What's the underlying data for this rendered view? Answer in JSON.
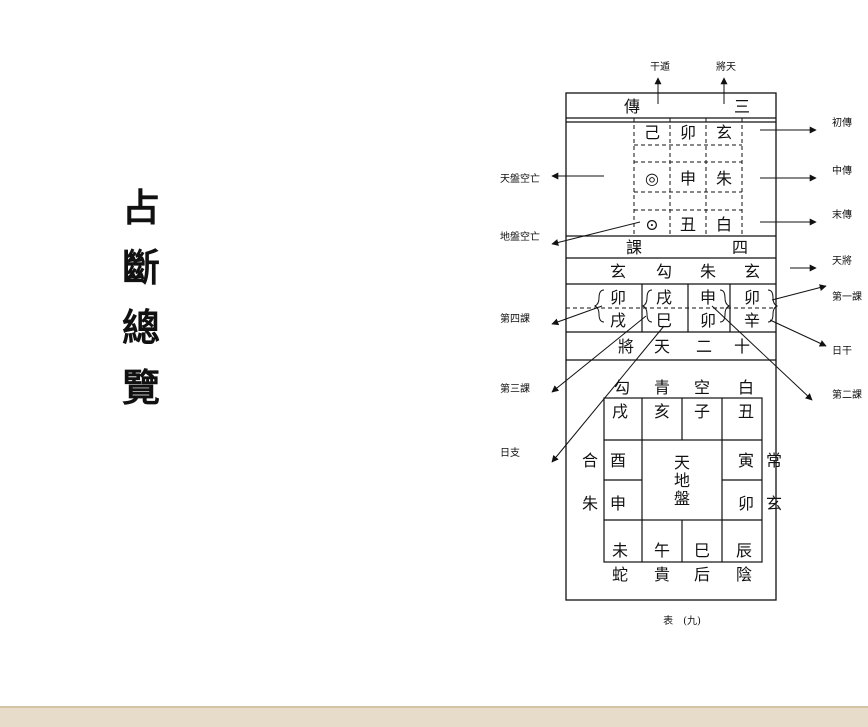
{
  "page_title_chars": [
    "占",
    "斷",
    "總",
    "覽"
  ],
  "diagram": {
    "top_labels": {
      "left": "干遁",
      "right": "將天"
    },
    "header_sanchuan": {
      "left": "傳",
      "right": "三"
    },
    "sanchuan_rows": [
      {
        "c1": "己",
        "c2": "卯",
        "c3": "玄",
        "side": "初傳"
      },
      {
        "c1": "◎",
        "c2": "申",
        "c3": "朱",
        "side": "中傳"
      },
      {
        "c1": "⊙",
        "c2": "丑",
        "c3": "白",
        "side": "末傳"
      }
    ],
    "left_notes": {
      "tianpan_kongwang": "天盤空亡",
      "dipan_kongwang": "地盤空亡",
      "ke4": "第四課",
      "ke3": "第三課",
      "rizhi": "日支"
    },
    "header_sike": {
      "left": "課",
      "right": "四"
    },
    "tianjiang_row": [
      "玄",
      "勾",
      "朱",
      "玄"
    ],
    "tianjiang_side": "天將",
    "ke_upper": [
      "卯",
      "戌",
      "申",
      "卯"
    ],
    "ke_lower": [
      "戌",
      "巳",
      "卯",
      "辛"
    ],
    "right_notes": {
      "ke1": "第一課",
      "rigan": "日干",
      "ke2": "第二課"
    },
    "header_shier": [
      "將",
      "天",
      "二",
      "十"
    ],
    "board": {
      "top_jiang": [
        "勾",
        "青",
        "空",
        "白"
      ],
      "top_branch": [
        "戌",
        "亥",
        "子",
        "丑"
      ],
      "left_jiang": [
        "合",
        "朱"
      ],
      "left_branch": [
        "酉",
        "申"
      ],
      "right_branch": [
        "寅",
        "卯"
      ],
      "right_jiang": [
        "常",
        "玄"
      ],
      "bottom_branch": [
        "未",
        "午",
        "巳",
        "辰"
      ],
      "bottom_jiang": [
        "蛇",
        "貴",
        "后",
        "陰"
      ],
      "center": [
        "天",
        "地",
        "盤"
      ]
    },
    "caption": "表　(九)"
  }
}
